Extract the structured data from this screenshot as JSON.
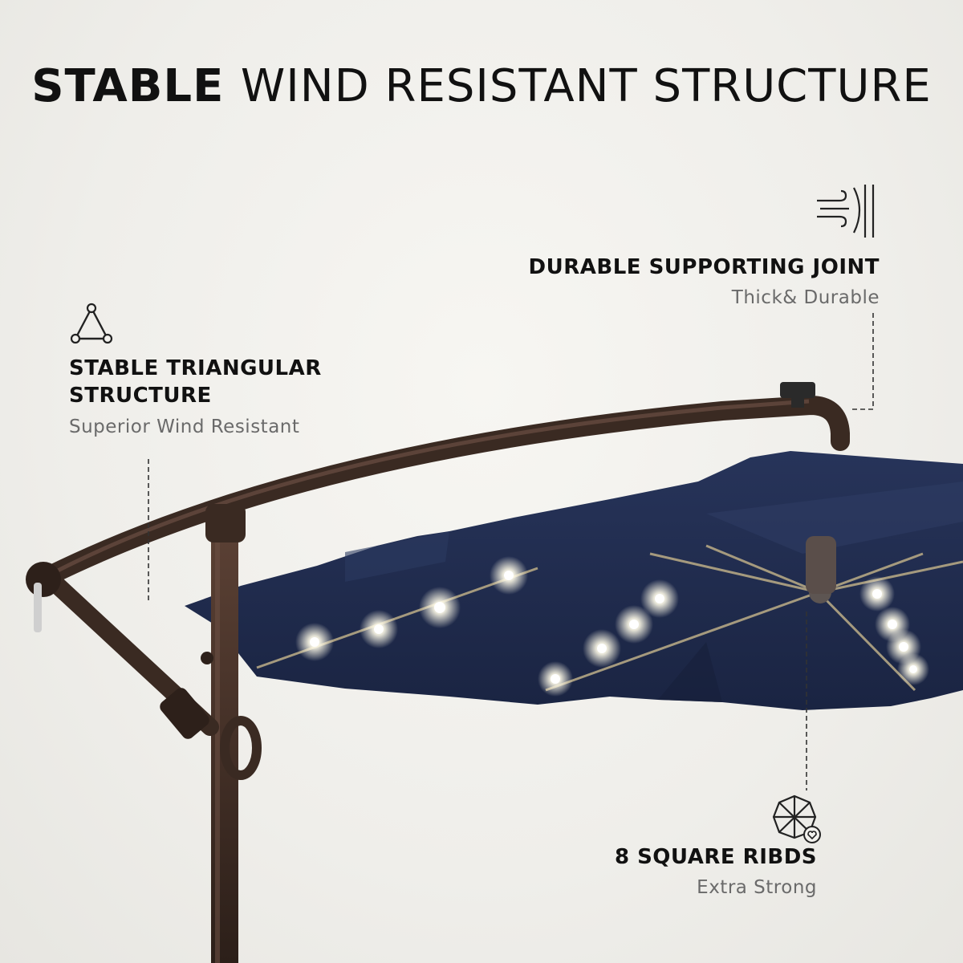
{
  "headline": {
    "bold": "STABLE",
    "rest": "WIND RESISTANT STRUCTURE"
  },
  "features": [
    {
      "icon": "triangle-structure-icon",
      "title_line1": "STABLE TRIANGULAR",
      "title_line2": "STRUCTURE",
      "subtitle": "Superior Wind Resistant"
    },
    {
      "icon": "wind-joint-icon",
      "title": "DURABLE SUPPORTING JOINT",
      "subtitle": "Thick& Durable"
    },
    {
      "icon": "umbrella-ribs-icon",
      "title": "8 SQUARE RIBDS",
      "subtitle": "Extra Strong"
    }
  ],
  "colors": {
    "canopy": "#1e2a4a",
    "frame": "#3a2a22",
    "led": "#fffbe8",
    "background": "#f2f1ed"
  }
}
